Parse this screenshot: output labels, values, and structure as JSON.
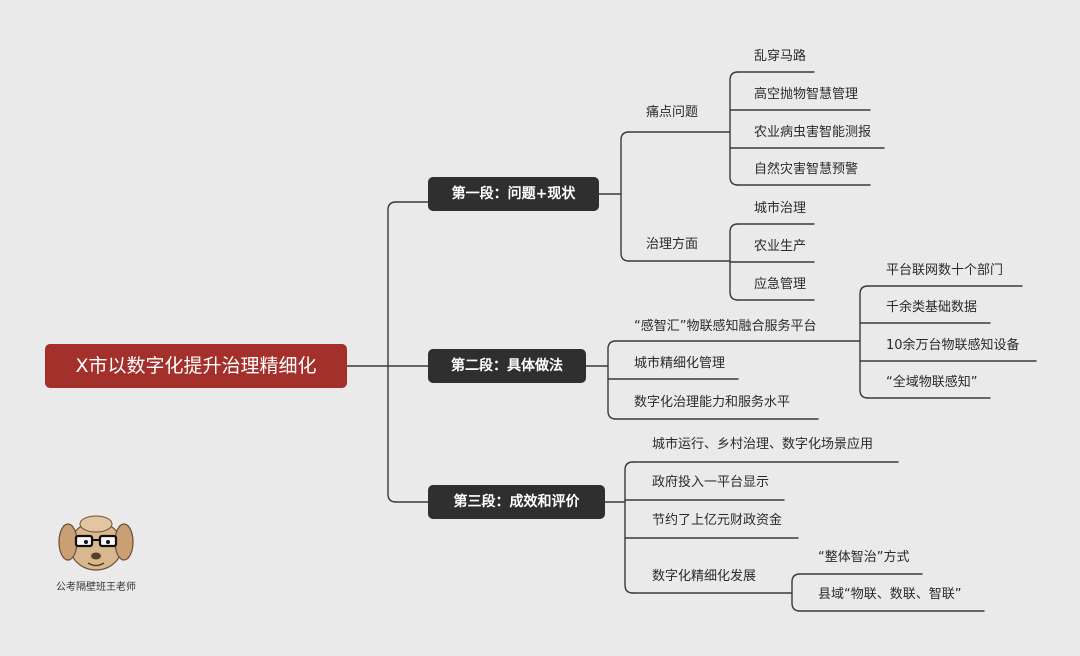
{
  "root": {
    "label": "X市以数字化提升治理精细化"
  },
  "sections": [
    {
      "label": "第一段：问题+现状",
      "groups": [
        {
          "label": "痛点问题",
          "items": [
            "乱穿马路",
            "高空抛物智慧管理",
            "农业病虫害智能测报",
            "自然灾害智慧预警"
          ]
        },
        {
          "label": "治理方面",
          "items": [
            "城市治理",
            "农业生产",
            "应急管理"
          ]
        }
      ]
    },
    {
      "label": "第二段：具体做法",
      "groups": [
        {
          "label": "“感智汇”物联感知融合服务平台",
          "items": [
            "平台联网数十个部门",
            "千余类基础数据",
            "10余万台物联感知设备",
            "“全域物联感知”"
          ]
        },
        {
          "label": "城市精细化管理",
          "items": []
        },
        {
          "label": "数字化治理能力和服务水平",
          "items": []
        }
      ]
    },
    {
      "label": "第三段：成效和评价",
      "groups": [
        {
          "label": "城市运行、乡村治理、数字化场景应用",
          "items": []
        },
        {
          "label": "政府投入一平台显示",
          "items": []
        },
        {
          "label": "节约了上亿元财政资金",
          "items": []
        },
        {
          "label": "数字化精细化发展",
          "items": [
            "“整体智治”方式",
            "县域“物联、数联、智联”"
          ]
        }
      ]
    }
  ],
  "credit": "公考隔壁班王老师",
  "colors": {
    "root": "#a3302a",
    "section": "#2f2f2f",
    "line": "#3a3a3a",
    "background": "#eaeaea"
  }
}
